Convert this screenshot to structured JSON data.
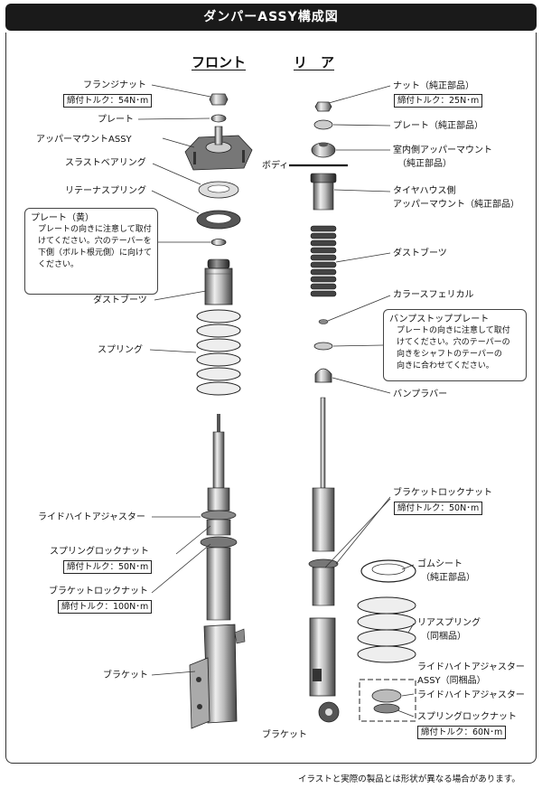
{
  "title": "ダンパーASSY構成図",
  "headings": {
    "front": "フロント",
    "rear": "リ　ア"
  },
  "front": {
    "flange_nut": "フランジナット",
    "flange_nut_torque": "締付トルク：54N･m",
    "plate": "プレート",
    "upper_mount": "アッパーマウントASSY",
    "thrust_bearing": "スラストベアリング",
    "retainer_spring": "リテーナスプリング",
    "note_title": "プレート（黄）",
    "note_body": "プレートの向きに注意して取付\nけてください。穴のテーパーを\n下側（ボルト根元側）に向けて\nください。",
    "dust_boot": "ダストブーツ",
    "spring": "スプリング",
    "ride_height_adjuster": "ライドハイトアジャスター",
    "spring_lock_nut": "スプリングロックナット",
    "spring_lock_nut_torque": "締付トルク：50N･m",
    "bracket_lock_nut": "ブラケットロックナット",
    "bracket_lock_nut_torque": "締付トルク：100N･m",
    "bracket": "ブラケット"
  },
  "rear": {
    "nut": "ナット（純正部品）",
    "nut_torque": "締付トルク：25N･m",
    "plate": "プレート（純正部品）",
    "inner_mount_1": "室内側アッパーマウント",
    "inner_mount_2": "（純正部品）",
    "body": "ボディ",
    "tirehouse_mount_1": "タイヤハウス側",
    "tirehouse_mount_2": "アッパーマウント（純正部品）",
    "dust_boot": "ダストブーツ",
    "collar": "カラースフェリカル",
    "bump_plate_title": "バンプストッププレート",
    "bump_plate_note": "プレートの向きに注意して取付\nけてください。穴のテーパーの\n向きをシャフトのテーパーの\n向きに合わせてください。",
    "bump_rubber": "バンプラバー",
    "bracket_lock_nut": "ブラケットロックナット",
    "bracket_lock_nut_torque": "締付トルク：50N･m",
    "rubber_seat_1": "ゴムシート",
    "rubber_seat_2": "（純正部品）",
    "rear_spring_1": "リアスプリング",
    "rear_spring_2": "（同梱品）",
    "rha_assy_1": "ライドハイトアジャスター",
    "rha_assy_2": "ASSY（同梱品）",
    "rha": "ライドハイトアジャスター",
    "spring_lock_nut": "スプリングロックナット",
    "spring_lock_nut_torque": "締付トルク：60N･m",
    "bracket": "ブラケット"
  },
  "disclaimer": "イラストと実際の製品とは形状が異なる場合があります。"
}
